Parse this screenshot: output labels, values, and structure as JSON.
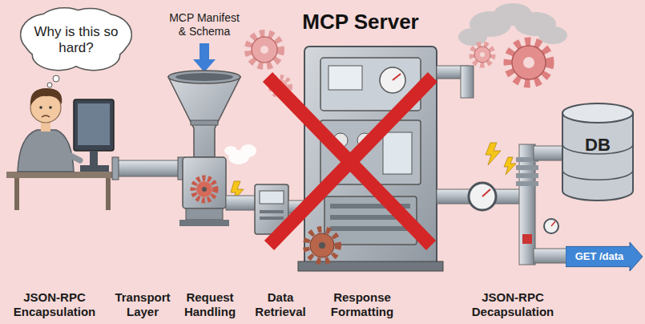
{
  "diagram": {
    "title": "MCP Server",
    "nodes": [
      {
        "text": [
          "Why is this so hard?"
        ]
      },
      {
        "text": [
          "DB"
        ]
      },
      {
        "text": [
          "GET /data"
        ]
      }
    ],
    "labels": [
      "MCP Manifest & Schema",
      "JSON-RPC Encapsulation",
      "Transport Layer",
      "Request Handling",
      "Data Retrieval",
      "Response Formatting",
      "JSON-RPC Decapsulation"
    ]
  }
}
